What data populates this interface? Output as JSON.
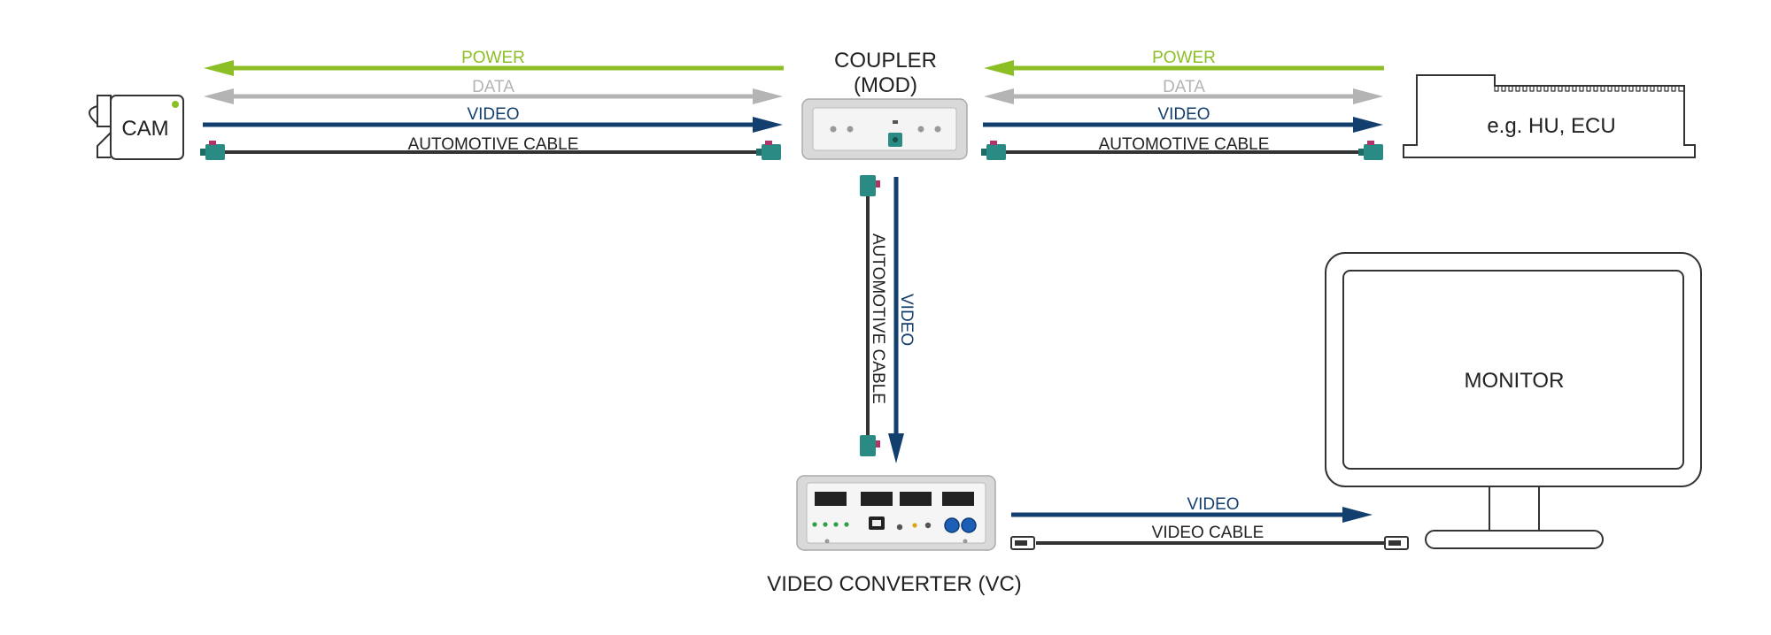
{
  "labels": {
    "power": "POWER",
    "data": "DATA",
    "video": "VIDEO",
    "automotive_cable": "AUTOMOTIVE CABLE",
    "video_cable": "VIDEO CABLE"
  },
  "devices": {
    "cam": "CAM",
    "coupler_line1": "COUPLER",
    "coupler_line2": "(MOD)",
    "hu_ecu": "e.g. HU, ECU",
    "monitor": "MONITOR",
    "video_converter": "VIDEO CONVERTER (VC)"
  },
  "colors": {
    "power": "#8cbf26",
    "data": "#b4b4b4",
    "video": "#123f6e",
    "cable": "#333333",
    "connector": "#2a8a84",
    "connector_accent": "#b0336a"
  },
  "icons": {
    "cam": "camera-outline-icon",
    "coupler": "coupler-module-icon",
    "hu": "head-unit-outline-icon",
    "monitor": "monitor-outline-icon",
    "vc": "video-converter-box-icon"
  }
}
